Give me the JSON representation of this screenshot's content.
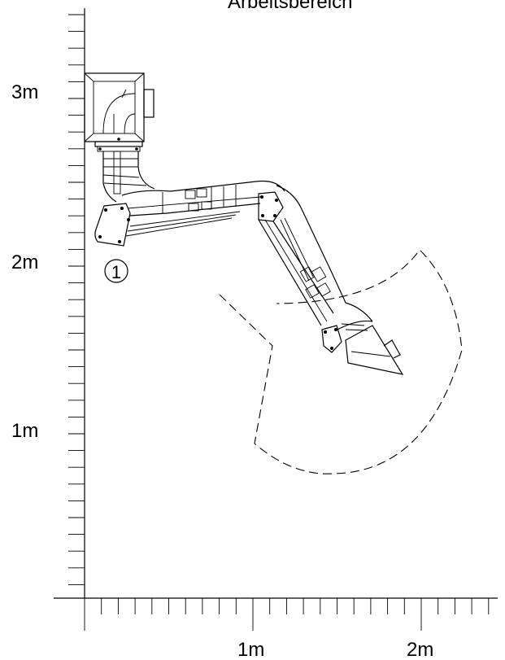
{
  "title": "Arbeitsbereich",
  "axes": {
    "y_labels": [
      "3m",
      "2m",
      "1m"
    ],
    "x_labels": [
      "1m",
      "2m"
    ]
  },
  "marker": "①",
  "colors": {
    "stroke": "#000000",
    "background": "#ffffff"
  },
  "parts": [
    "wall-bracket",
    "extraction-arm",
    "hood",
    "working-range"
  ]
}
